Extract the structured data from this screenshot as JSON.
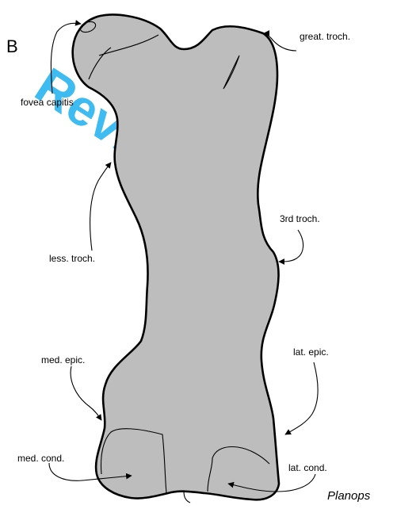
{
  "panel_letter": "B",
  "taxon": "Planops",
  "watermark": "Review",
  "labels": {
    "fovea_capitis": "fovea capitis",
    "great_troch": "great. troch.",
    "less_troch": "less. troch.",
    "third_troch": "3rd troch.",
    "med_epic": "med. epic.",
    "lat_epic": "lat. epic.",
    "med_cond": "med. cond.",
    "lat_cond": "lat. cond."
  },
  "colors": {
    "bone_fill": "#bdbdbd",
    "outline": "#000000",
    "watermark": "#2ab4f0"
  }
}
